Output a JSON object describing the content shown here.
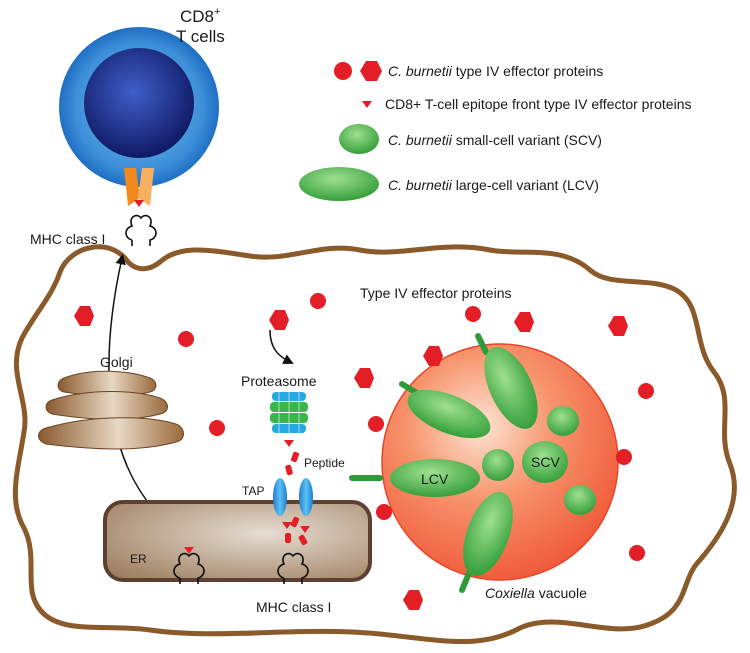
{
  "labels": {
    "tcell_line1": "CD8",
    "tcell_sup": "+",
    "tcell_line2": "T cells",
    "mhc_top": "MHC class I",
    "mhc_bottom": "MHC class I",
    "golgi": "Golgi",
    "er": "ER",
    "proteasome": "Proteasome",
    "peptide": "Peptide",
    "tap": "TAP",
    "type_iv": "Type IV effector proteins",
    "lcv": "LCV",
    "scv": "SCV",
    "vacuole_italic": "Coxiella",
    "vacuole_rest": " vacuole"
  },
  "legend": [
    {
      "italic": "C. burnetii",
      "text": " type IV effector proteins",
      "icon": "red-circle-and-hexagon-icon"
    },
    {
      "italic": "",
      "text": "CD8+ T-cell epitope front type IV effector proteins",
      "icon": "red-triangle-icon"
    },
    {
      "italic": "C. burnetii",
      "text": " small-cell variant (SCV)",
      "icon": "green-small-ellipse-icon"
    },
    {
      "italic": "C. burnetii",
      "text": " large-cell variant (LCV)",
      "icon": "green-large-ellipse-icon"
    }
  ],
  "colors": {
    "effector_red": "#e41e26",
    "cell_outline": "#8b5a2b",
    "tcell_blue": "#1f5fb4",
    "bacteria_green": "#3cae3c",
    "vacuole_orange": "#f5764f",
    "tap_blue": "#1e9ee0",
    "er_brown": "#9b7b5c"
  }
}
